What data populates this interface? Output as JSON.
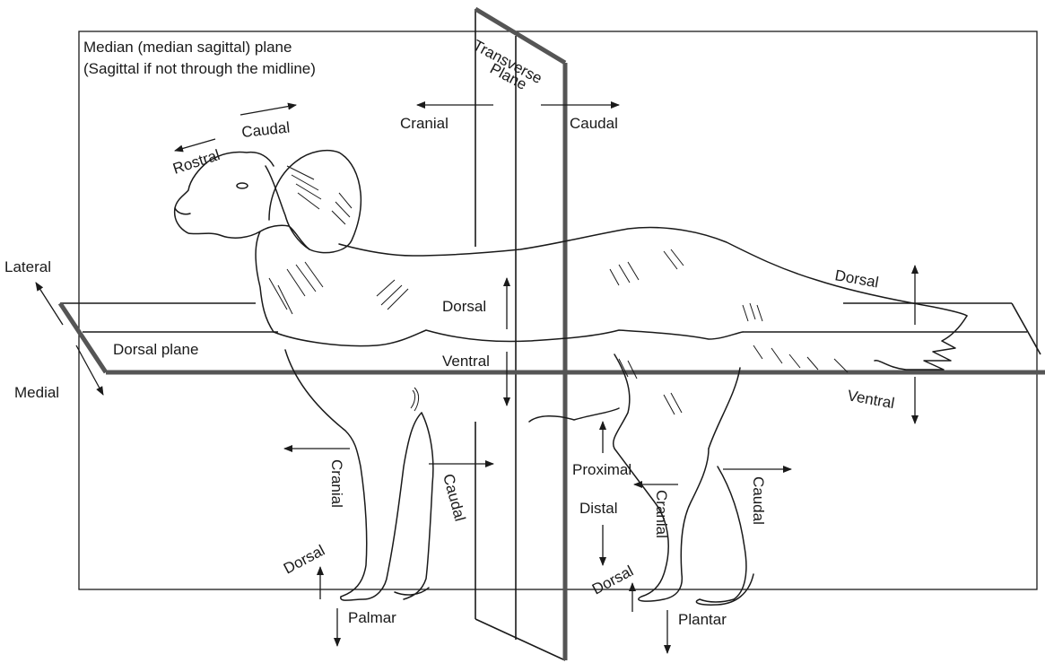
{
  "labels": {
    "median_plane_1": "Median (median sagittal) plane",
    "median_plane_2": "(Sagittal if not through the midline)",
    "transverse_1": "Transverse",
    "transverse_2": "Plane",
    "cranial_top": "Cranial",
    "caudal_top": "Caudal",
    "rostral": "Rostral",
    "caudal_head": "Caudal",
    "lateral": "Lateral",
    "medial": "Medial",
    "dorsal_plane": "Dorsal plane",
    "dorsal_center": "Dorsal",
    "ventral_center": "Ventral",
    "dorsal_tail": "Dorsal",
    "ventral_tail": "Ventral",
    "cranial_foreleg": "Cranial",
    "caudal_foreleg": "Caudal",
    "proximal": "Proximal",
    "distal": "Distal",
    "cranial_hindleg": "Cranial",
    "caudal_hindleg": "Caudal",
    "dorsal_forepaw": "Dorsal",
    "palmar": "Palmar",
    "dorsal_hindpaw": "Dorsal",
    "plantar": "Plantar"
  }
}
